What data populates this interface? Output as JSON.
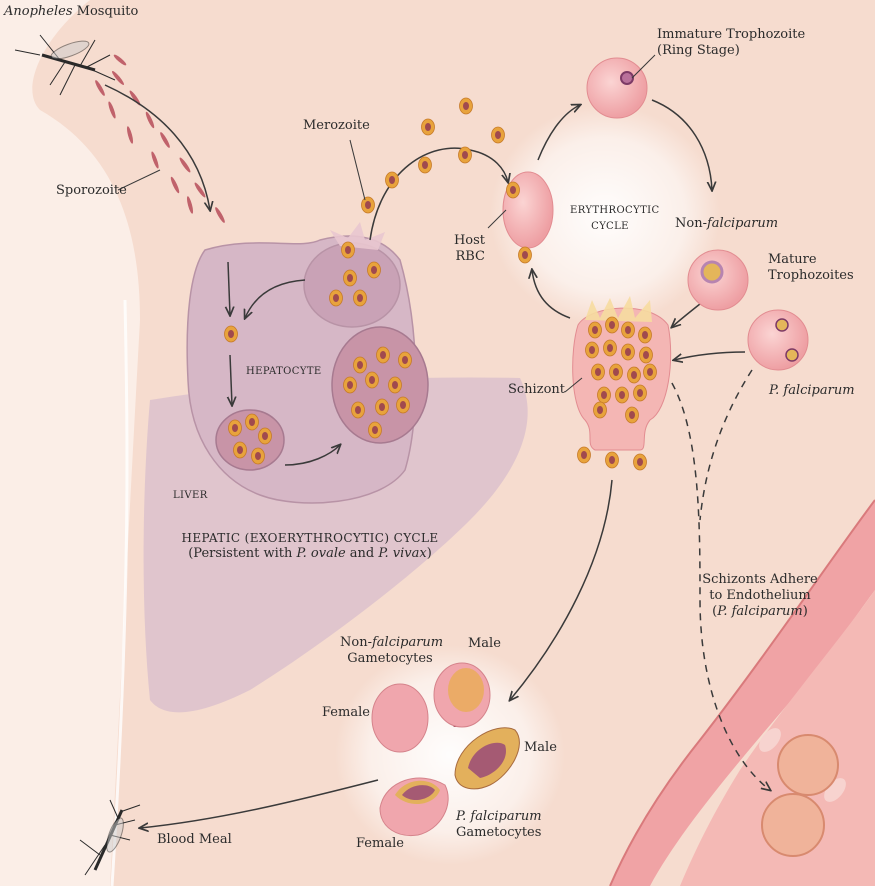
{
  "title": "",
  "labels": {
    "mosquito": {
      "italic": "Anopheles",
      "rest": " Mosquito"
    },
    "sporozoite": "Sporozoite",
    "merozoite": "Merozoite",
    "host_rbc": [
      "Host",
      "RBC"
    ],
    "immature_trophozoite": [
      "Immature Trophozoite",
      "(Ring Stage)"
    ],
    "erythrocytic_cycle": [
      "ERYTHROCYTIC",
      "CYCLE"
    ],
    "non_falciparum_top": {
      "pre": "Non-",
      "italic": "falciparum"
    },
    "mature_trophozoites": [
      "Mature",
      "Trophozoites"
    ],
    "p_falciparum_right": "P. falciparum",
    "schizont": "Schizont",
    "hepatocyte": "HEPATOCYTE",
    "liver": "LIVER",
    "hepatic_cycle": {
      "line1": "HEPATIC (EXOERYTHROCYTIC) CYCLE",
      "line2_pre": "(Persistent with ",
      "line2_i1": "P. ovale",
      "line2_mid": " and ",
      "line2_i2": "P. vivax",
      "line2_post": ")"
    },
    "schizonts_adhere": [
      "Schizonts Adhere",
      "to Endothelium"
    ],
    "schizonts_adhere_species": {
      "pre": "(",
      "italic": "P. falciparum",
      "post": ")"
    },
    "gametocytes_nonfalc": {
      "pre": "Non-",
      "italic": "falciparum",
      "line2": "Gametocytes"
    },
    "male_top": "Male",
    "female_left": "Female",
    "male_mid": "Male",
    "female_bottom": "Female",
    "p_falc_gametocytes": {
      "italic": "P. falciparum",
      "line2": "Gametocytes"
    },
    "blood_meal": "Blood Meal"
  },
  "colors": {
    "skin": "#f6dccf",
    "liver": "#dcc1cc",
    "hepatocyte": "#d6b7c6",
    "rbc": "#f3a9ad",
    "parasite_ring": "#e8a33c",
    "parasite_core": "#a04a4e",
    "arrow": "#3a3a3a",
    "vessel": "#e9888a"
  }
}
